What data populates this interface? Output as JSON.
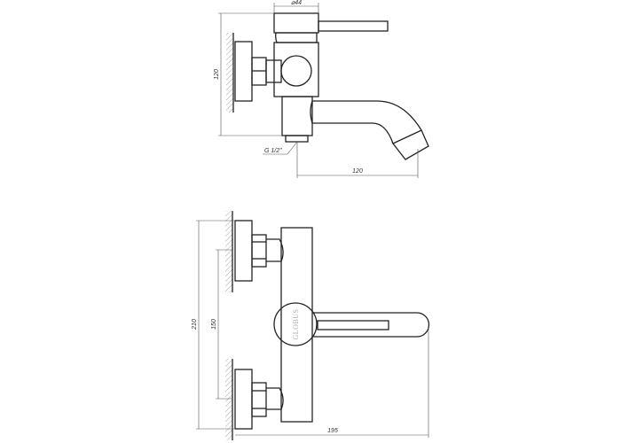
{
  "side_view": {
    "dim_diameter": "⌀44",
    "dim_height": "120",
    "dim_thread": "G 1/2\"",
    "dim_spout_reach": "120"
  },
  "front_view": {
    "dim_total_height": "210",
    "dim_inlet_spacing": "150",
    "dim_total_depth": "195",
    "brand_logo": "GLOBUS"
  }
}
